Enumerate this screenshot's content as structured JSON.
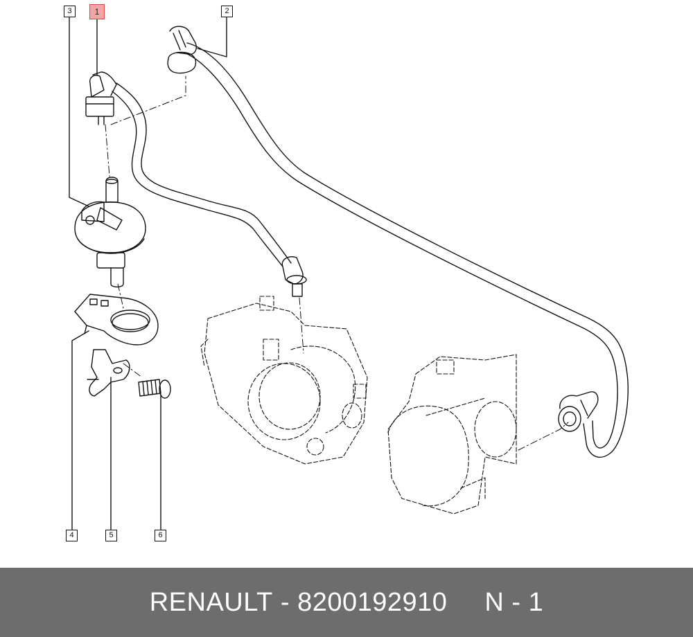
{
  "callouts": [
    {
      "id": "1",
      "highlight": true
    },
    {
      "id": "2",
      "highlight": false
    },
    {
      "id": "3",
      "highlight": false
    },
    {
      "id": "4",
      "highlight": false
    },
    {
      "id": "5",
      "highlight": false
    },
    {
      "id": "6",
      "highlight": false
    }
  ],
  "footer": {
    "brand": "RENAULT",
    "separator": " - ",
    "part_number": "8200192910",
    "note": "N - 1"
  },
  "colors": {
    "line": "#111111",
    "highlight": "#f4a6a6",
    "footer_bg": "#6d6d6d",
    "footer_text": "#ffffff"
  }
}
